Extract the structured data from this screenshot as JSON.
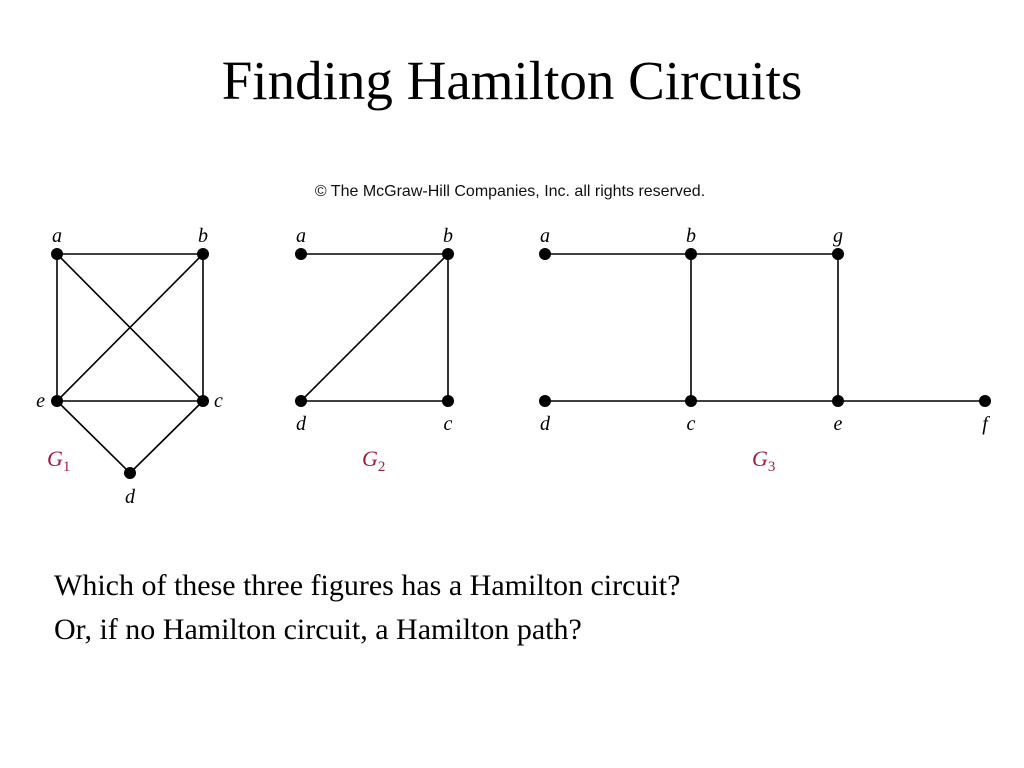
{
  "slide": {
    "title": "Finding Hamilton Circuits",
    "copyright": "© The McGraw-Hill Companies, Inc. all rights reserved.",
    "question_lines": [
      "Which of these three figures has a Hamilton circuit?",
      "Or, if no Hamilton circuit, a Hamilton path?"
    ],
    "graph_label_color": "#a01f3f"
  },
  "graphs": [
    {
      "label": "G",
      "subscript": "1",
      "vertices": [
        "a",
        "b",
        "c",
        "d",
        "e"
      ],
      "edges": [
        [
          "a",
          "b"
        ],
        [
          "a",
          "e"
        ],
        [
          "a",
          "c"
        ],
        [
          "b",
          "c"
        ],
        [
          "b",
          "e"
        ],
        [
          "e",
          "c"
        ],
        [
          "e",
          "d"
        ],
        [
          "c",
          "d"
        ]
      ]
    },
    {
      "label": "G",
      "subscript": "2",
      "vertices": [
        "a",
        "b",
        "c",
        "d"
      ],
      "edges": [
        [
          "a",
          "b"
        ],
        [
          "b",
          "d"
        ],
        [
          "b",
          "c"
        ],
        [
          "d",
          "c"
        ]
      ]
    },
    {
      "label": "G",
      "subscript": "3",
      "vertices": [
        "a",
        "b",
        "c",
        "d",
        "e",
        "f",
        "g"
      ],
      "edges": [
        [
          "a",
          "b"
        ],
        [
          "b",
          "g"
        ],
        [
          "b",
          "c"
        ],
        [
          "g",
          "e"
        ],
        [
          "d",
          "c"
        ],
        [
          "c",
          "e"
        ],
        [
          "e",
          "f"
        ]
      ]
    }
  ]
}
